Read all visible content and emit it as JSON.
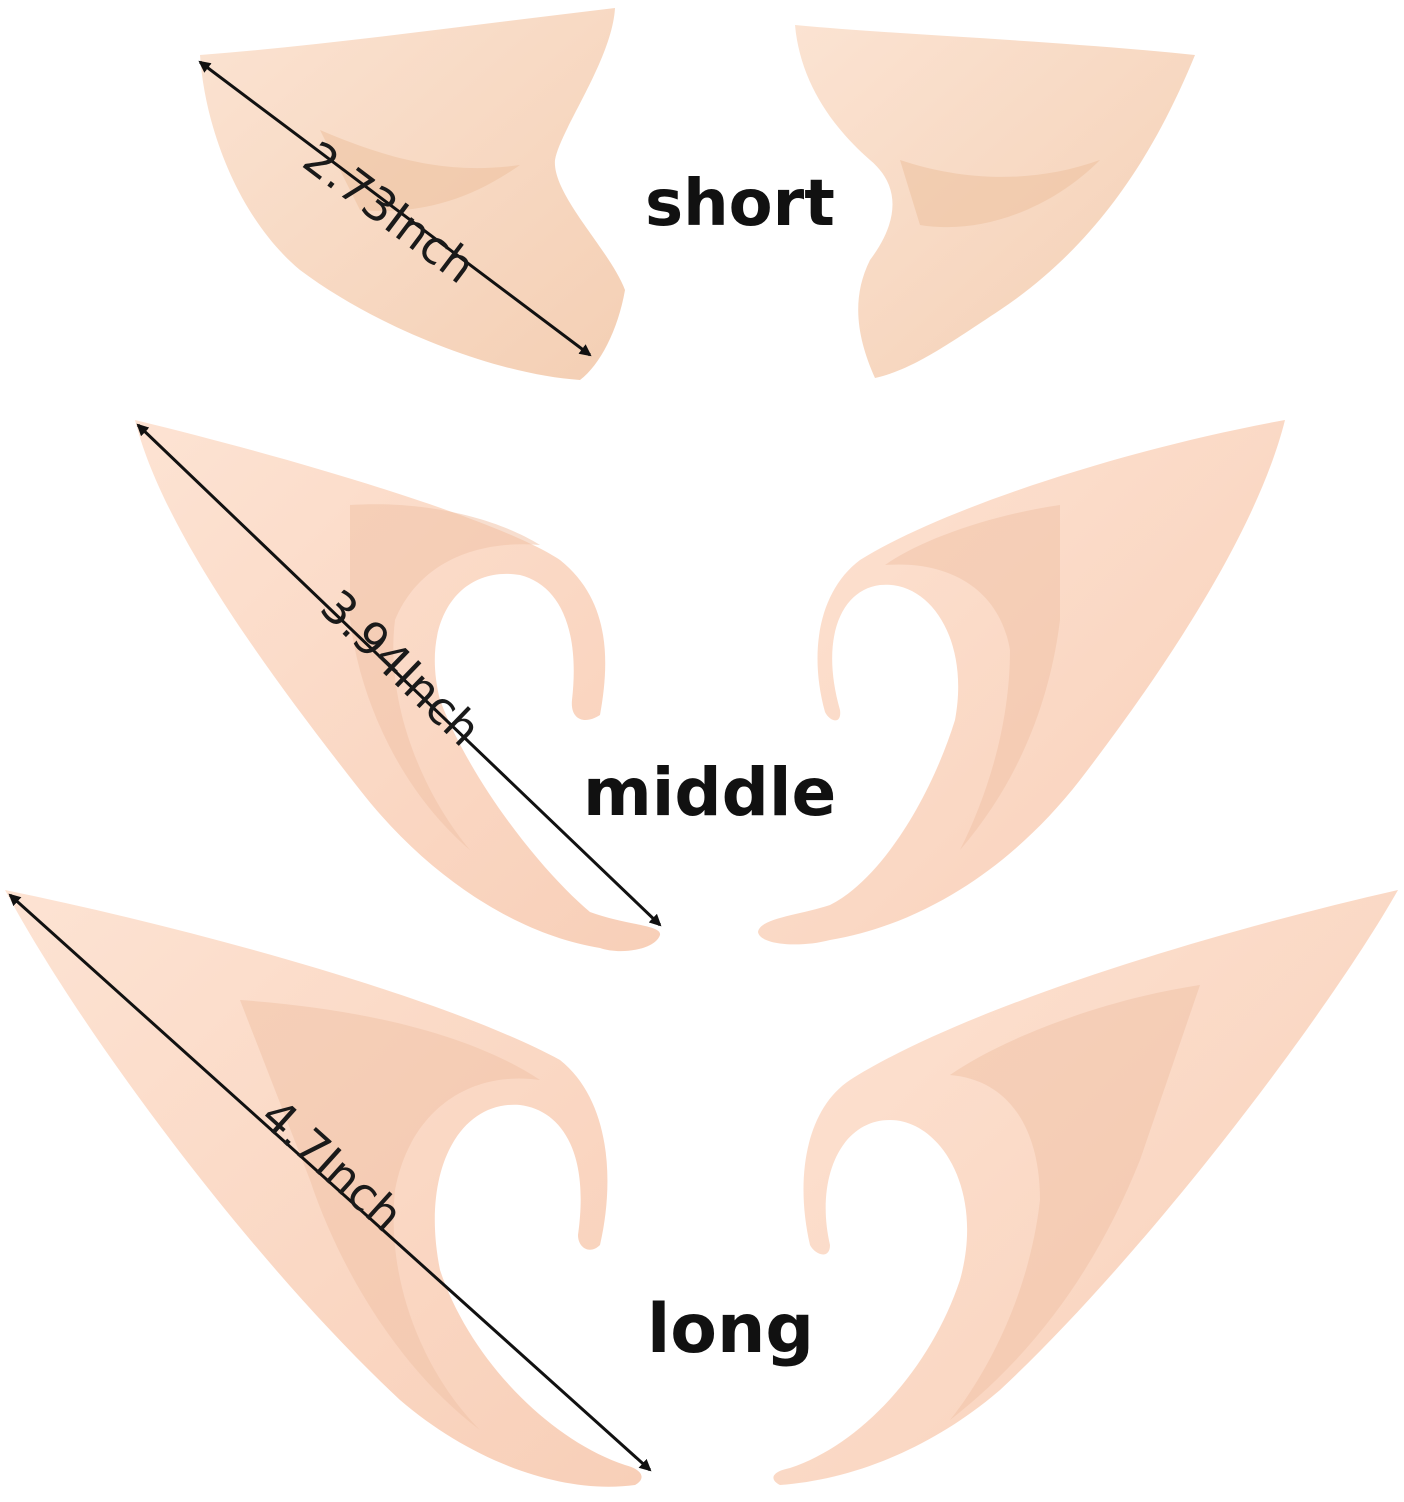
{
  "labels": {
    "short": "short",
    "middle": "middle",
    "long": "long"
  },
  "measurements": {
    "short": "2.73Inch",
    "middle": "3.94Inch",
    "long": "4.7Inch"
  },
  "colors": {
    "background": "#ffffff",
    "skin_short": "#f6d7c2",
    "skin_short_shadow": "#e8b996",
    "skin": "#fbd9c6",
    "skin_shadow": "#efbea3",
    "skin_highlight": "#fde8da",
    "text": "#111111"
  }
}
